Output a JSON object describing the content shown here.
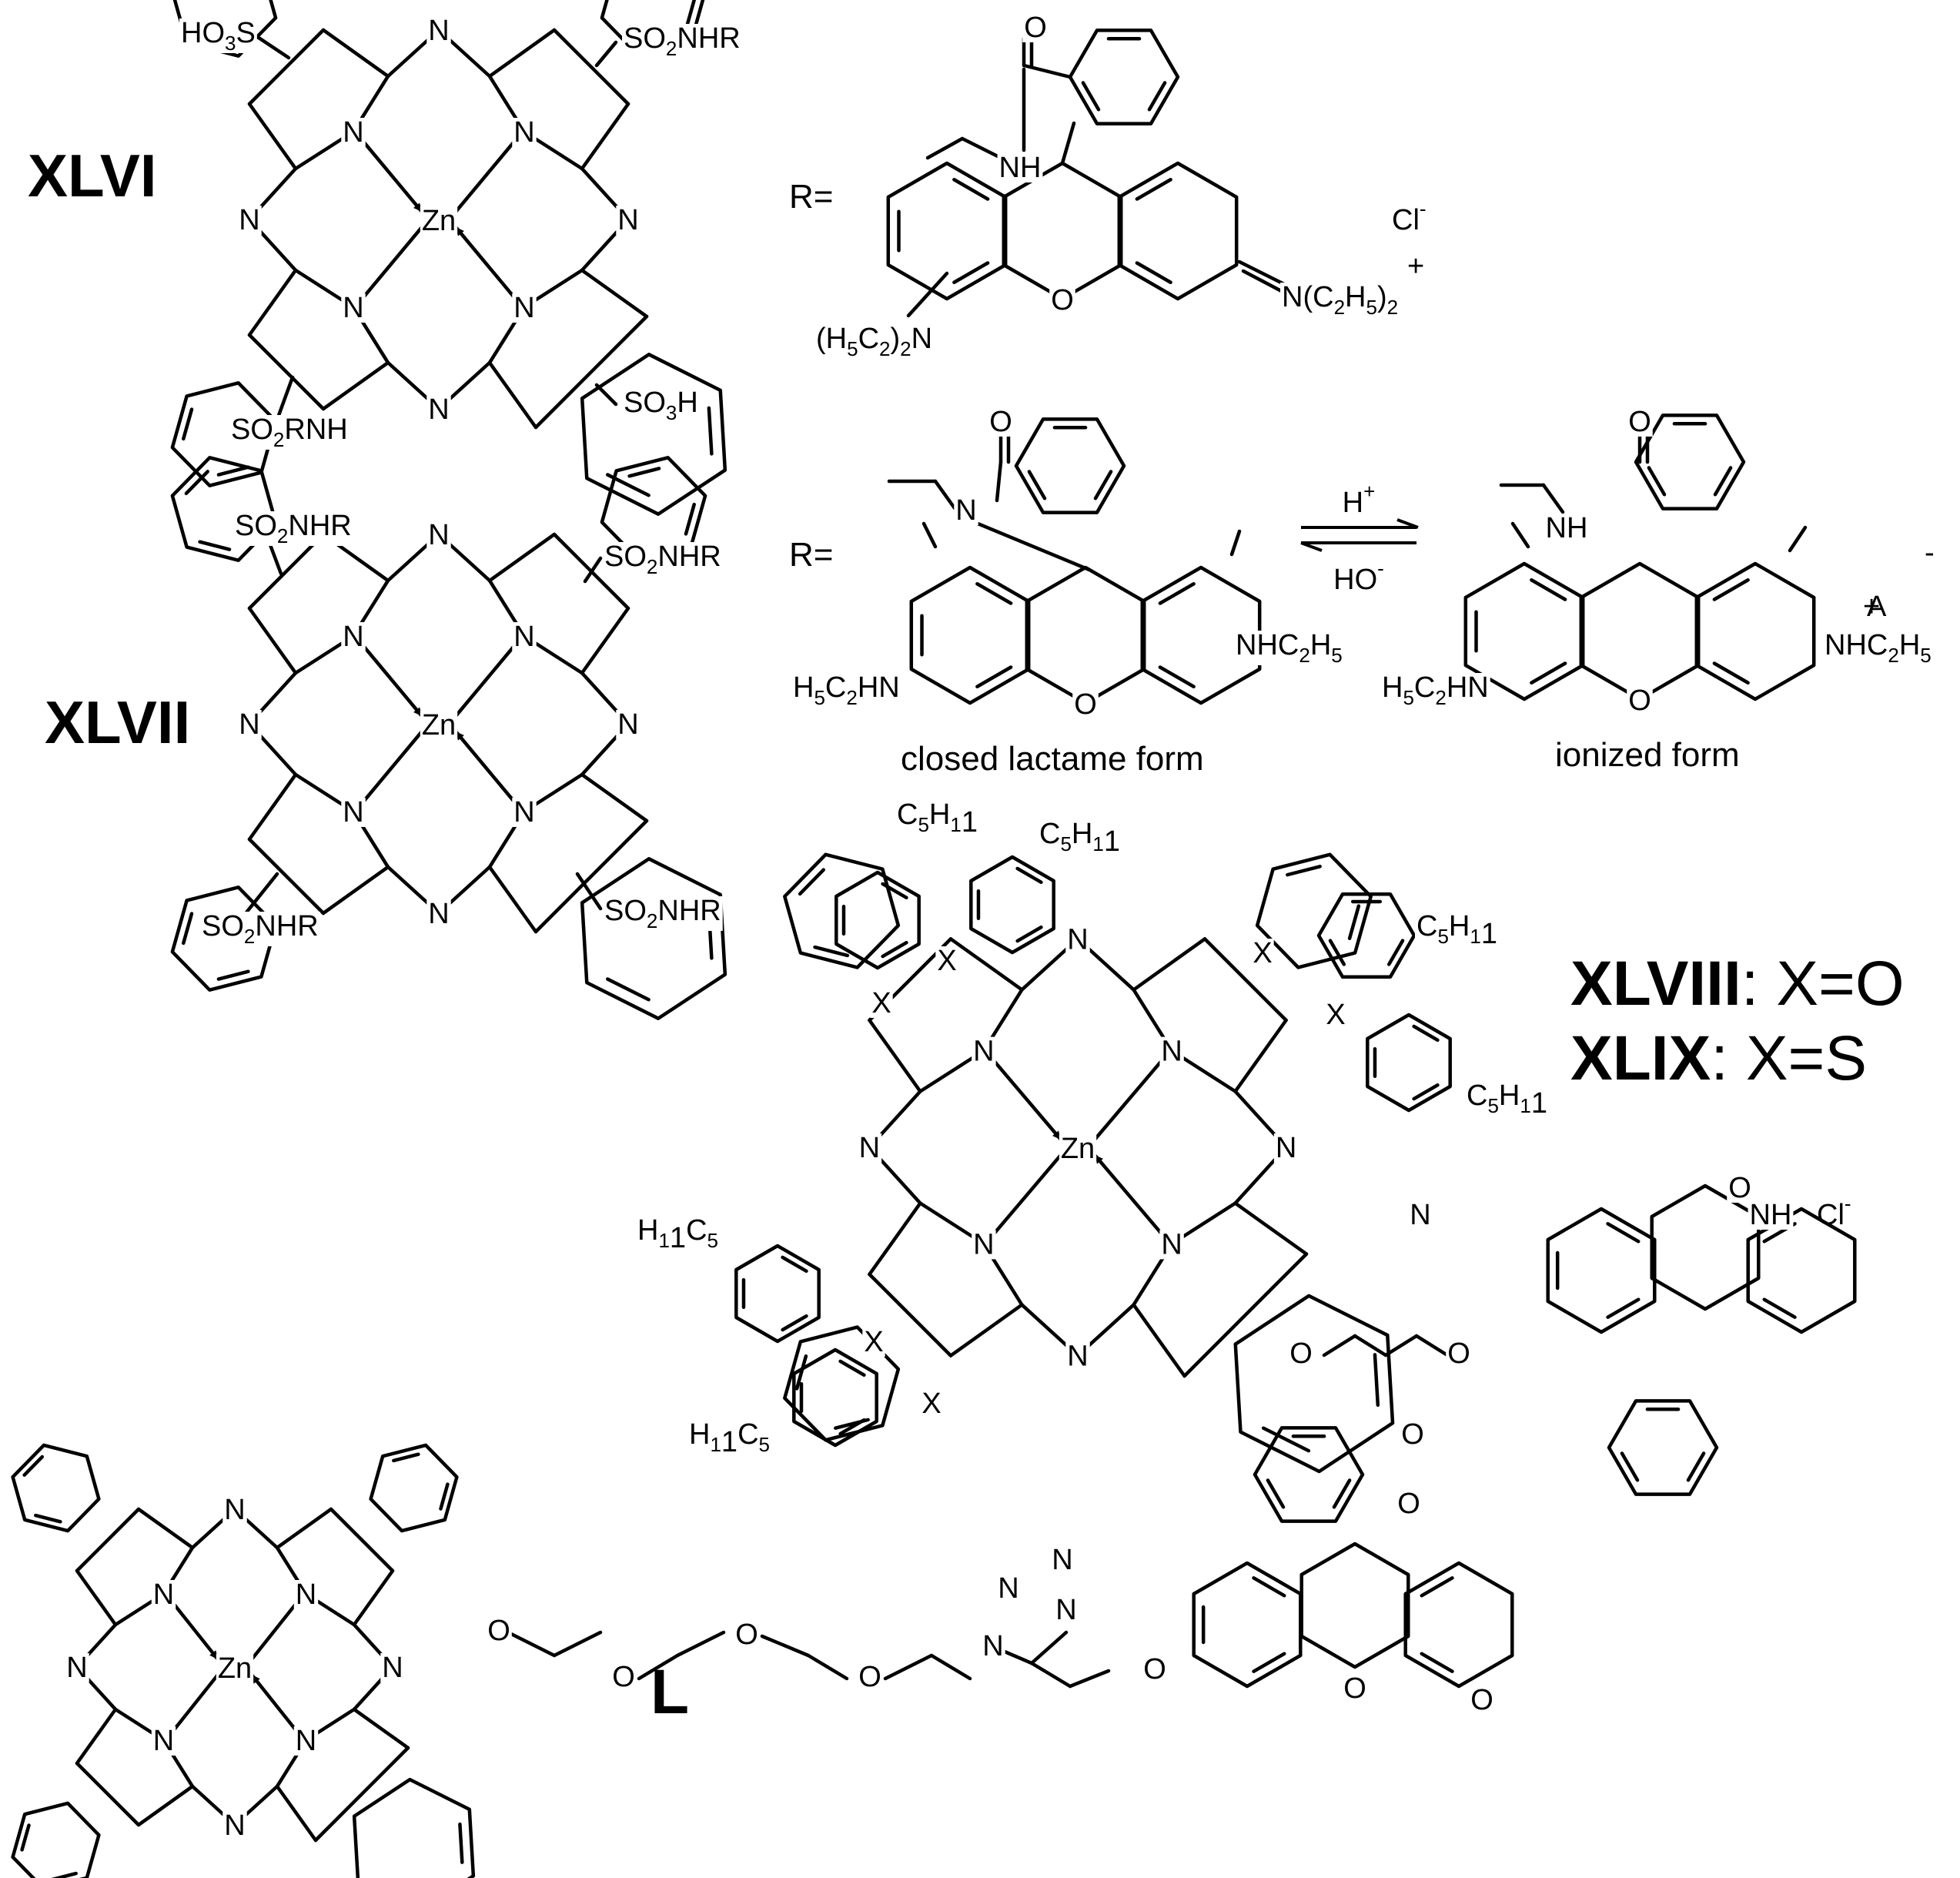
{
  "compounds": {
    "xlvi": {
      "label": "XLVI",
      "r_eq": "R=",
      "counter_ion": "Cl",
      "metal": "Zn",
      "substituents": [
        "HO3S",
        "SO2NHR",
        "SO2RNH",
        "SO3H"
      ]
    },
    "xlvii": {
      "label": "XLVII",
      "r_eq": "R=",
      "metal": "Zn",
      "substituent": "SO2NHR",
      "closed_caption": "closed lactame form",
      "ionized_caption": "ionized form",
      "acid": "H",
      "base": "HO",
      "anion": "A"
    },
    "xlviii": {
      "label": "XLVIII",
      "suffix": ": X=O"
    },
    "xlix": {
      "label": "XLIX",
      "suffix": ": X=S"
    },
    "l": {
      "label": "L"
    }
  },
  "atoms": {
    "n": "N",
    "nh": "NH",
    "o": "O",
    "x": "X",
    "zn": "Zn",
    "c5h11": "C5H11",
    "h11c5": "H11C5",
    "net2": "N(C2H5)2",
    "et2n": "(H5C2)2N",
    "nhet": "NHC2H5",
    "etnh": "H5C2HN"
  }
}
